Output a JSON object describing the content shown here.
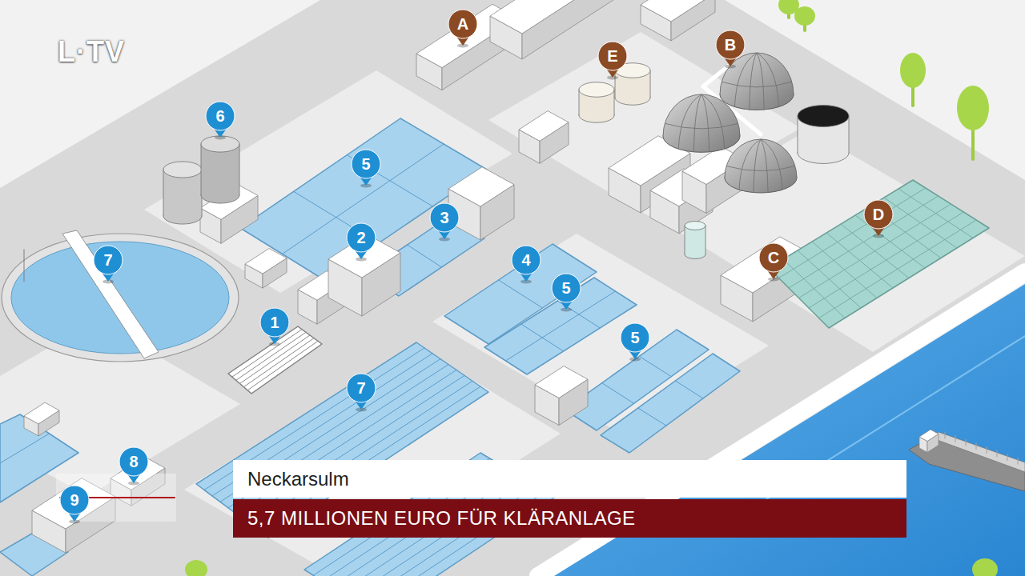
{
  "diagram": {
    "nodes": [
      {
        "text": [
          "Neckarsulm"
        ]
      },
      {
        "text": [
          "5,7 MILLIONEN EURO FÜR KLÄRANLAGE"
        ]
      }
    ],
    "labels": [
      "L·TV",
      "A",
      "B",
      "E",
      "6",
      "5",
      "3",
      "2",
      "7",
      "4",
      "5",
      "1",
      "C",
      "D",
      "5",
      "7",
      "8",
      "9"
    ]
  }
}
